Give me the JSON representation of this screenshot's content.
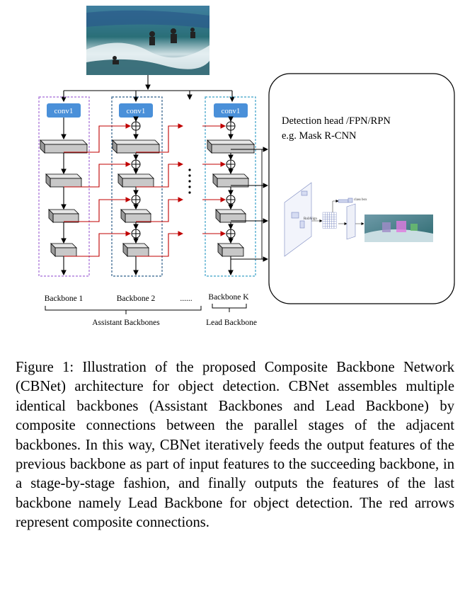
{
  "figure": {
    "conv_label": "conv1",
    "backbone_labels": [
      "Backbone 1",
      "Backbone 2",
      "Backbone K"
    ],
    "ellipsis": "......",
    "assistant_label": "Assistant Backbones",
    "lead_label": "Lead Backbone",
    "head_title": "Detection head /FPN/RPN",
    "head_subtitle": "e.g. Mask R-CNN",
    "roialign_label": "RoIAlign",
    "class_box_label": "class box",
    "photo_description_icon": "surfing-photo-icon",
    "colors": {
      "conv_fill": "#4a90d9",
      "assistant_dash": "#a36bd6",
      "backbone2_dash": "#2f5f8a",
      "lead_dash": "#3aa0c8",
      "composite_arrow": "#c00000"
    }
  },
  "caption": {
    "label": "Figure 1:",
    "text": "Illustration of the proposed Composite Backbone Network (CBNet) architecture for object detection. CBNet assembles multiple identical backbones (Assistant Backbones and Lead Backbone) by composite connections between the parallel stages of the adjacent backbones. In this way, CBNet iteratively feeds the output features of the previous backbone as part of input features to the succeeding backbone, in a stage-by-stage fashion, and finally outputs the features of the last backbone namely Lead Backbone for object detection. The red arrows represent composite connections."
  }
}
